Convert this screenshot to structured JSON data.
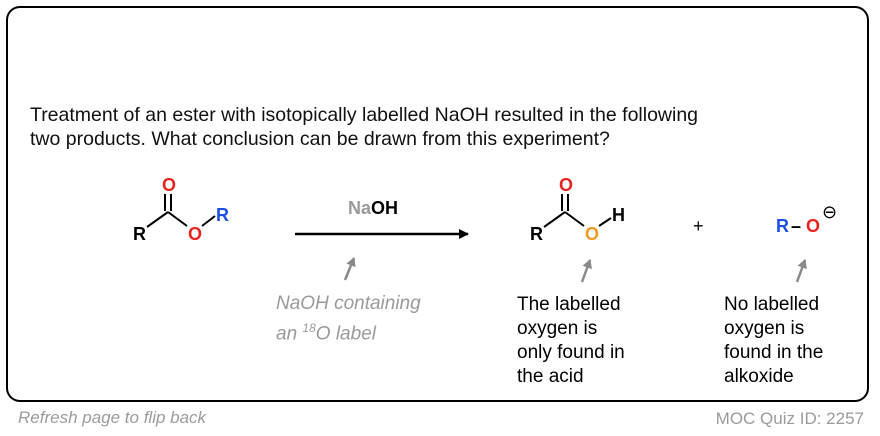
{
  "question": {
    "line1": "Treatment of an ester with isotopically labelled NaOH resulted in the following",
    "line2": "two products. What conclusion can be drawn from this experiment?"
  },
  "reagent": {
    "na": "Na",
    "oh": "OH"
  },
  "atoms": {
    "ester_R": "R",
    "ester_O_carbonyl": "O",
    "ester_O": "O",
    "ester_R2": "R",
    "acid_R": "R",
    "acid_O_carbonyl": "O",
    "acid_O": "O",
    "acid_H": "H",
    "plus": "+",
    "alkoxide_R": "R",
    "alkoxide_dash": "–",
    "alkoxide_O": "O",
    "minus": "⊖"
  },
  "annotations": {
    "reagent_note_line1": "NaOH containing",
    "reagent_note_line2_pre": "an ",
    "reagent_note_sup": "18",
    "reagent_note_line2_post": "O label",
    "acid_note": [
      "The labelled",
      "oxygen is",
      "only found in",
      "the acid"
    ],
    "alkoxide_note": [
      "No labelled",
      "oxygen is",
      "found in the",
      "alkoxide"
    ]
  },
  "footer": {
    "left": "Refresh page to flip back",
    "right": "MOC Quiz ID: 2257"
  },
  "colors": {
    "carbonyl_oxygen": "#e8231e",
    "labelled_oxygen": "#f39a1f",
    "r_group": "#1f4fe0",
    "grey": "#9a9a9a"
  }
}
